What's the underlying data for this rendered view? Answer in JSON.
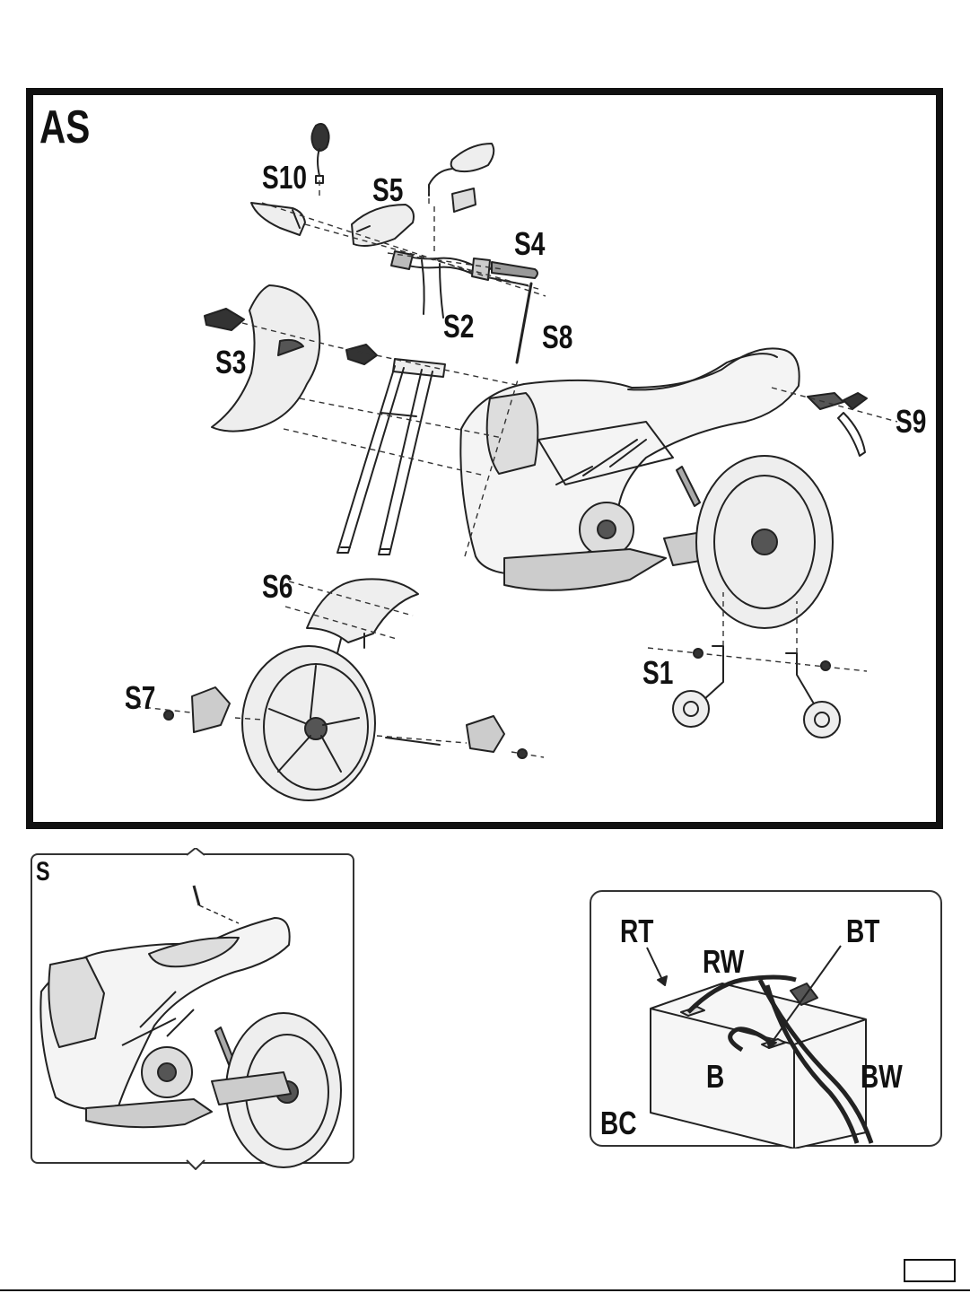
{
  "main_panel": {
    "title": "AS",
    "parts": {
      "s10": "S10",
      "s5": "S5",
      "s4": "S4",
      "s2": "S2",
      "s8": "S8",
      "s3": "S3",
      "s9": "S9",
      "s6": "S6",
      "s7": "S7",
      "s1": "S1"
    }
  },
  "seat_panel": {
    "title": "S"
  },
  "battery_panel": {
    "title": "BC",
    "labels": {
      "rt": "RT",
      "rw": "RW",
      "bt": "BT",
      "b": "B",
      "bw": "BW"
    }
  },
  "colors": {
    "ink": "#111111",
    "line": "#333333"
  }
}
